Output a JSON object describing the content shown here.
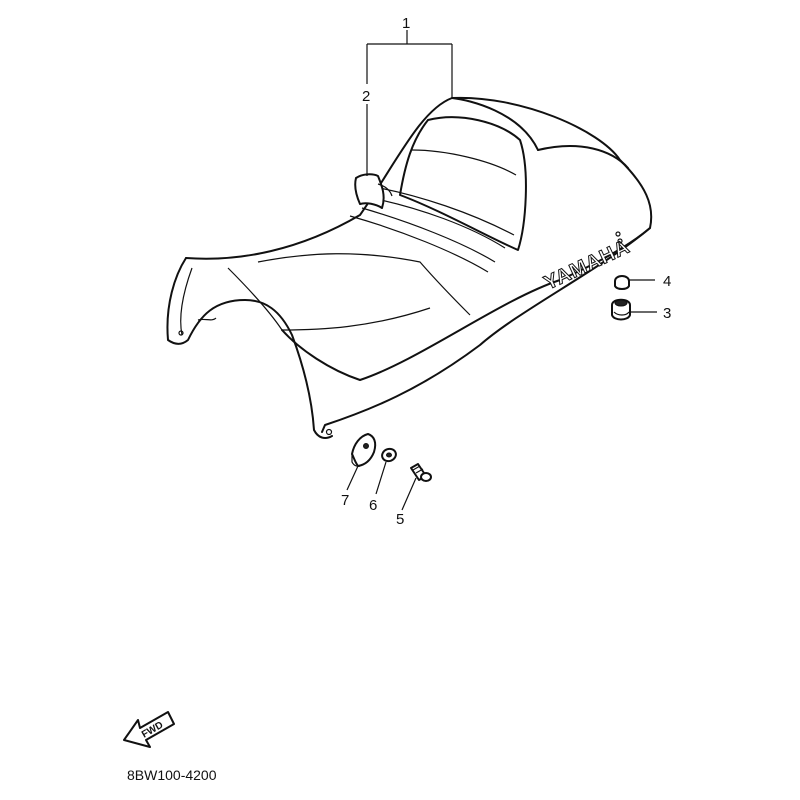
{
  "brand_text": "YAMAHA",
  "fwd_label": "FWD",
  "diagram_code": "8BW100-4200",
  "callouts": [
    {
      "id": "1",
      "label": "1"
    },
    {
      "id": "2",
      "label": "2"
    },
    {
      "id": "3",
      "label": "3"
    },
    {
      "id": "4",
      "label": "4"
    },
    {
      "id": "5",
      "label": "5"
    },
    {
      "id": "6",
      "label": "6"
    },
    {
      "id": "7",
      "label": "7"
    }
  ]
}
